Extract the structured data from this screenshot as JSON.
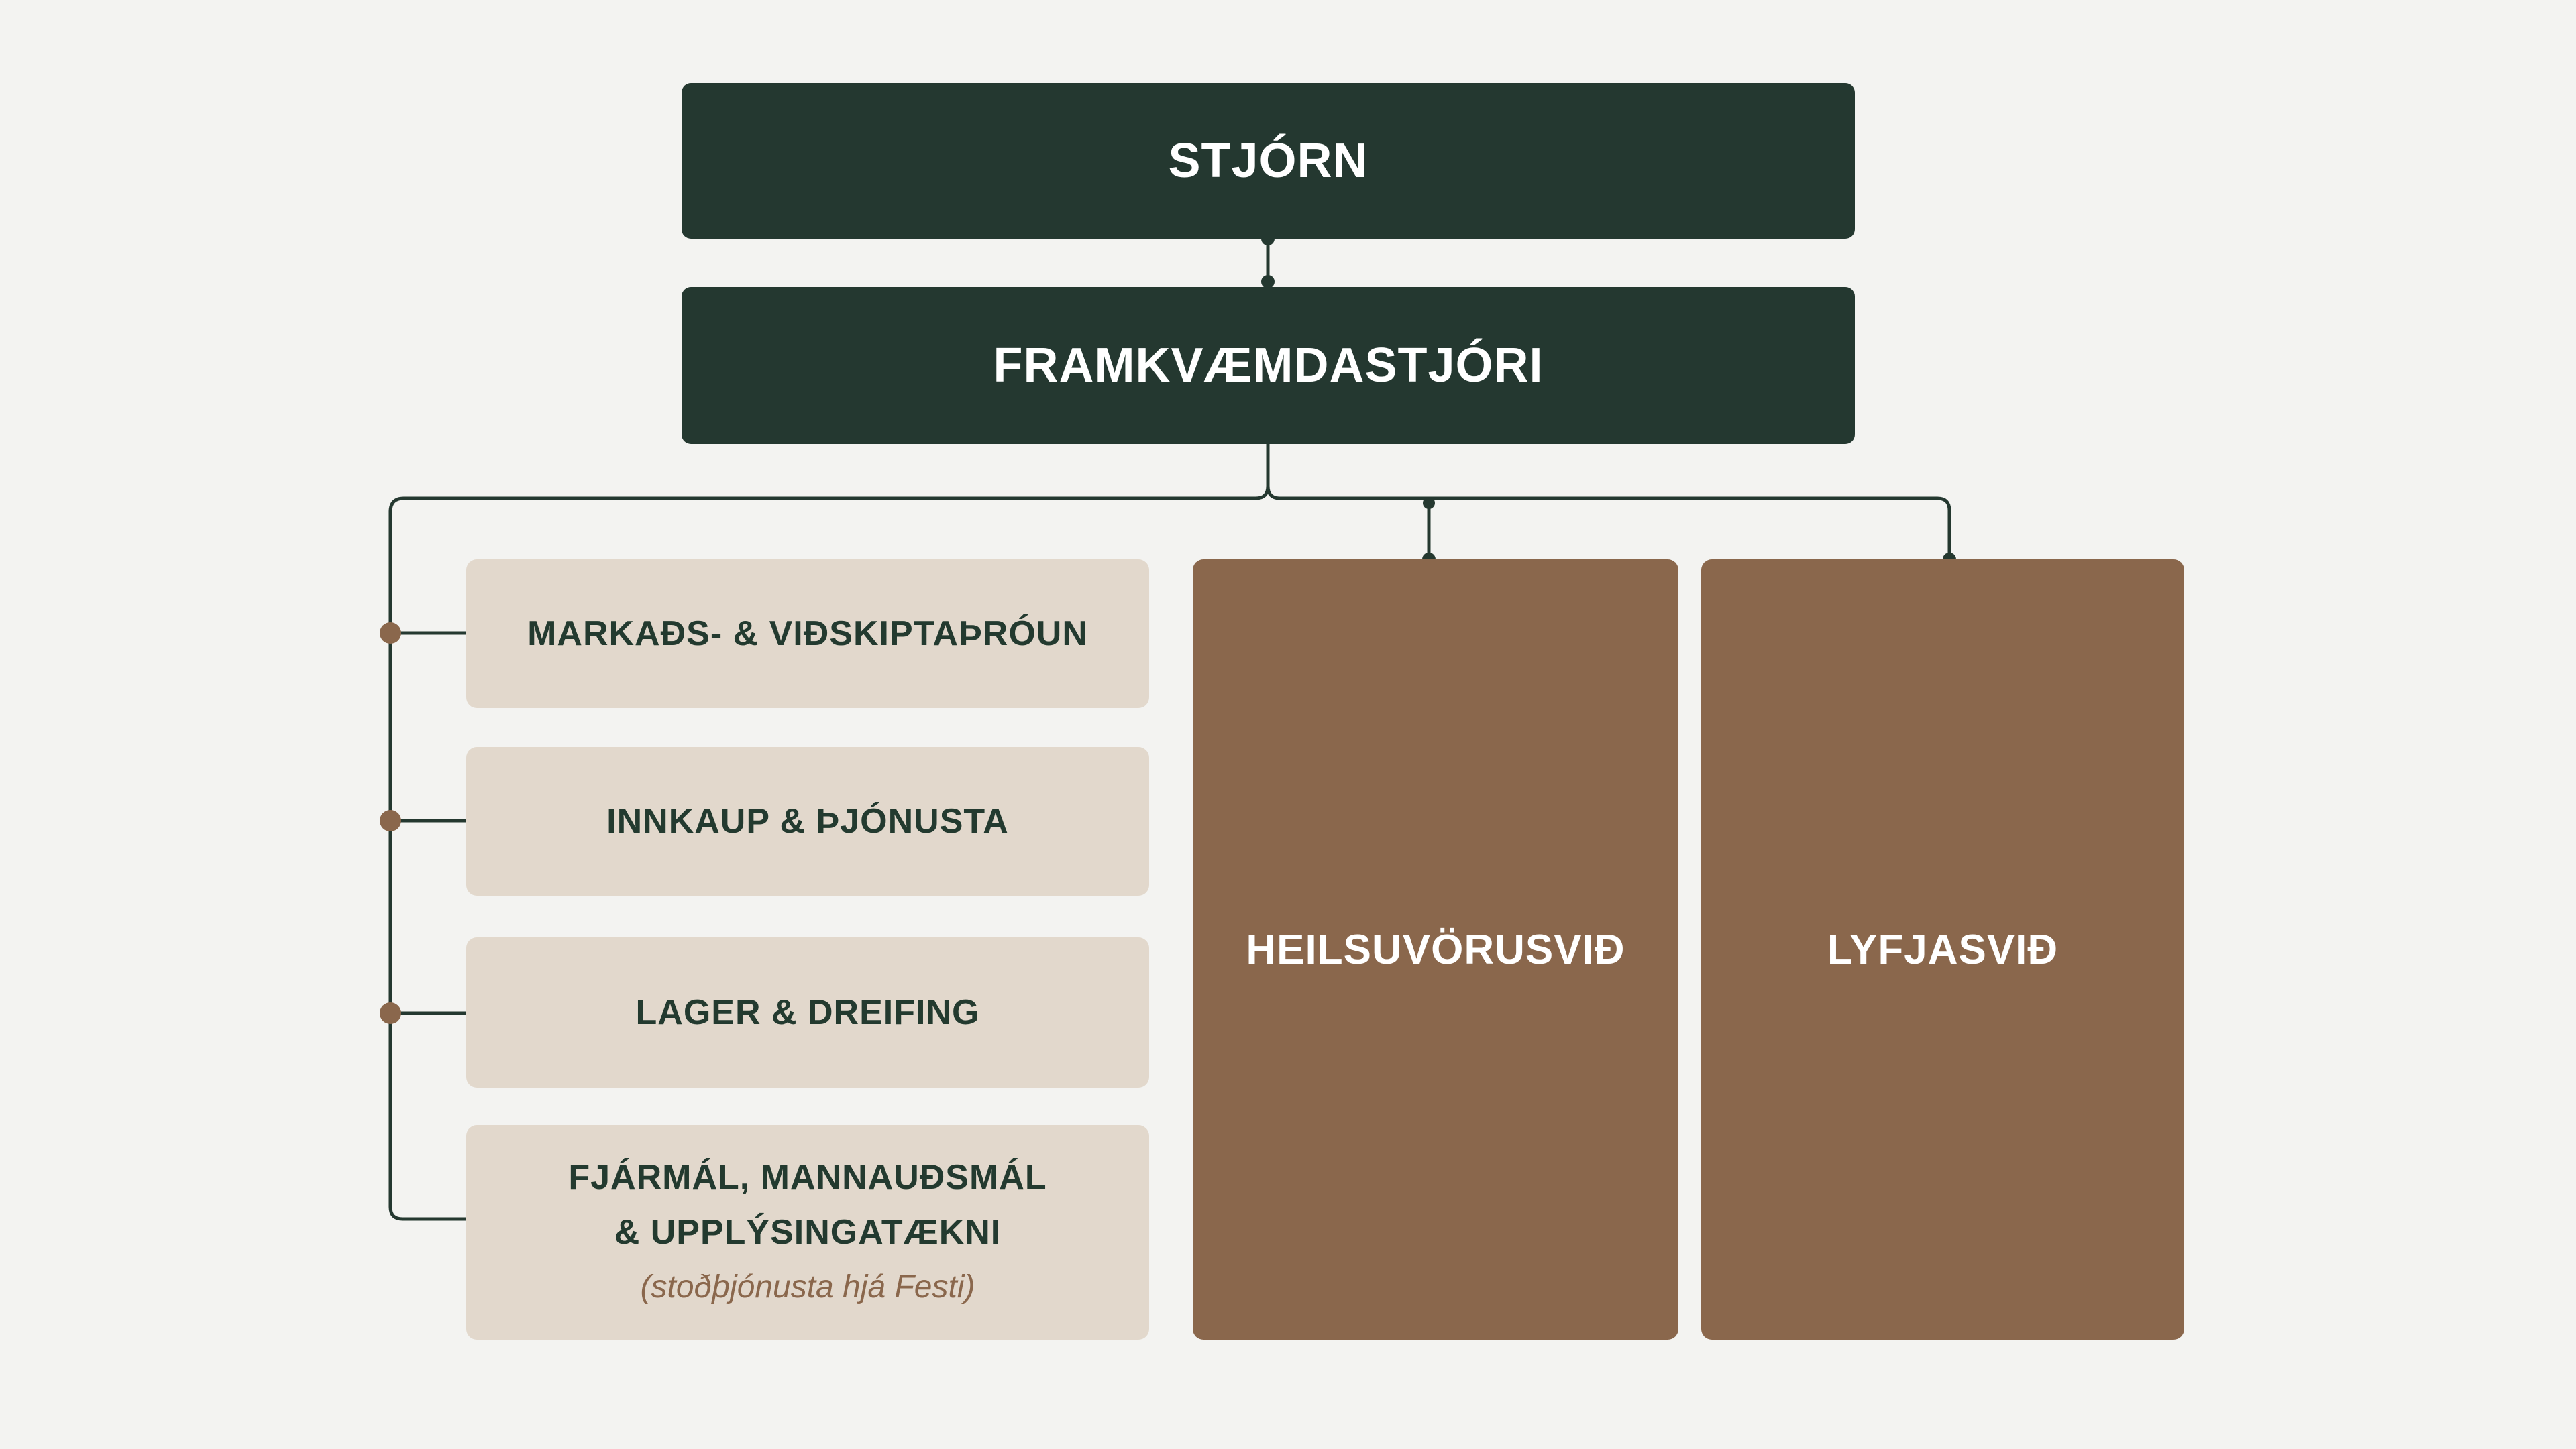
{
  "org_chart": {
    "board": "STJÓRN",
    "ceo": "FRAMKVÆMDASTJÓRI",
    "support_departments": [
      "MARKAÐS- & VIÐSKIPTAÞRÓUN",
      "INNKAUP & ÞJÓNUSTA",
      "LAGER & DREIFING"
    ],
    "shared_services": {
      "line1": "FJÁRMÁL, MANNAUÐSMÁL",
      "line2": "& UPPLÝSINGATÆKNI",
      "note": "(stoðþjónusta hjá Festi)"
    },
    "divisions": [
      "HEILSUVÖRUSVIÐ",
      "LYFJASVIÐ"
    ]
  },
  "colors": {
    "background": "#f3f3f1",
    "top_box": "#243830",
    "department_box": "#e2d8cc",
    "department_text": "#233a2f",
    "division_box": "#8a674c",
    "connector_line": "#243830",
    "connector_dot_left": "#8a674c",
    "connector_dot_top": "#243830"
  }
}
